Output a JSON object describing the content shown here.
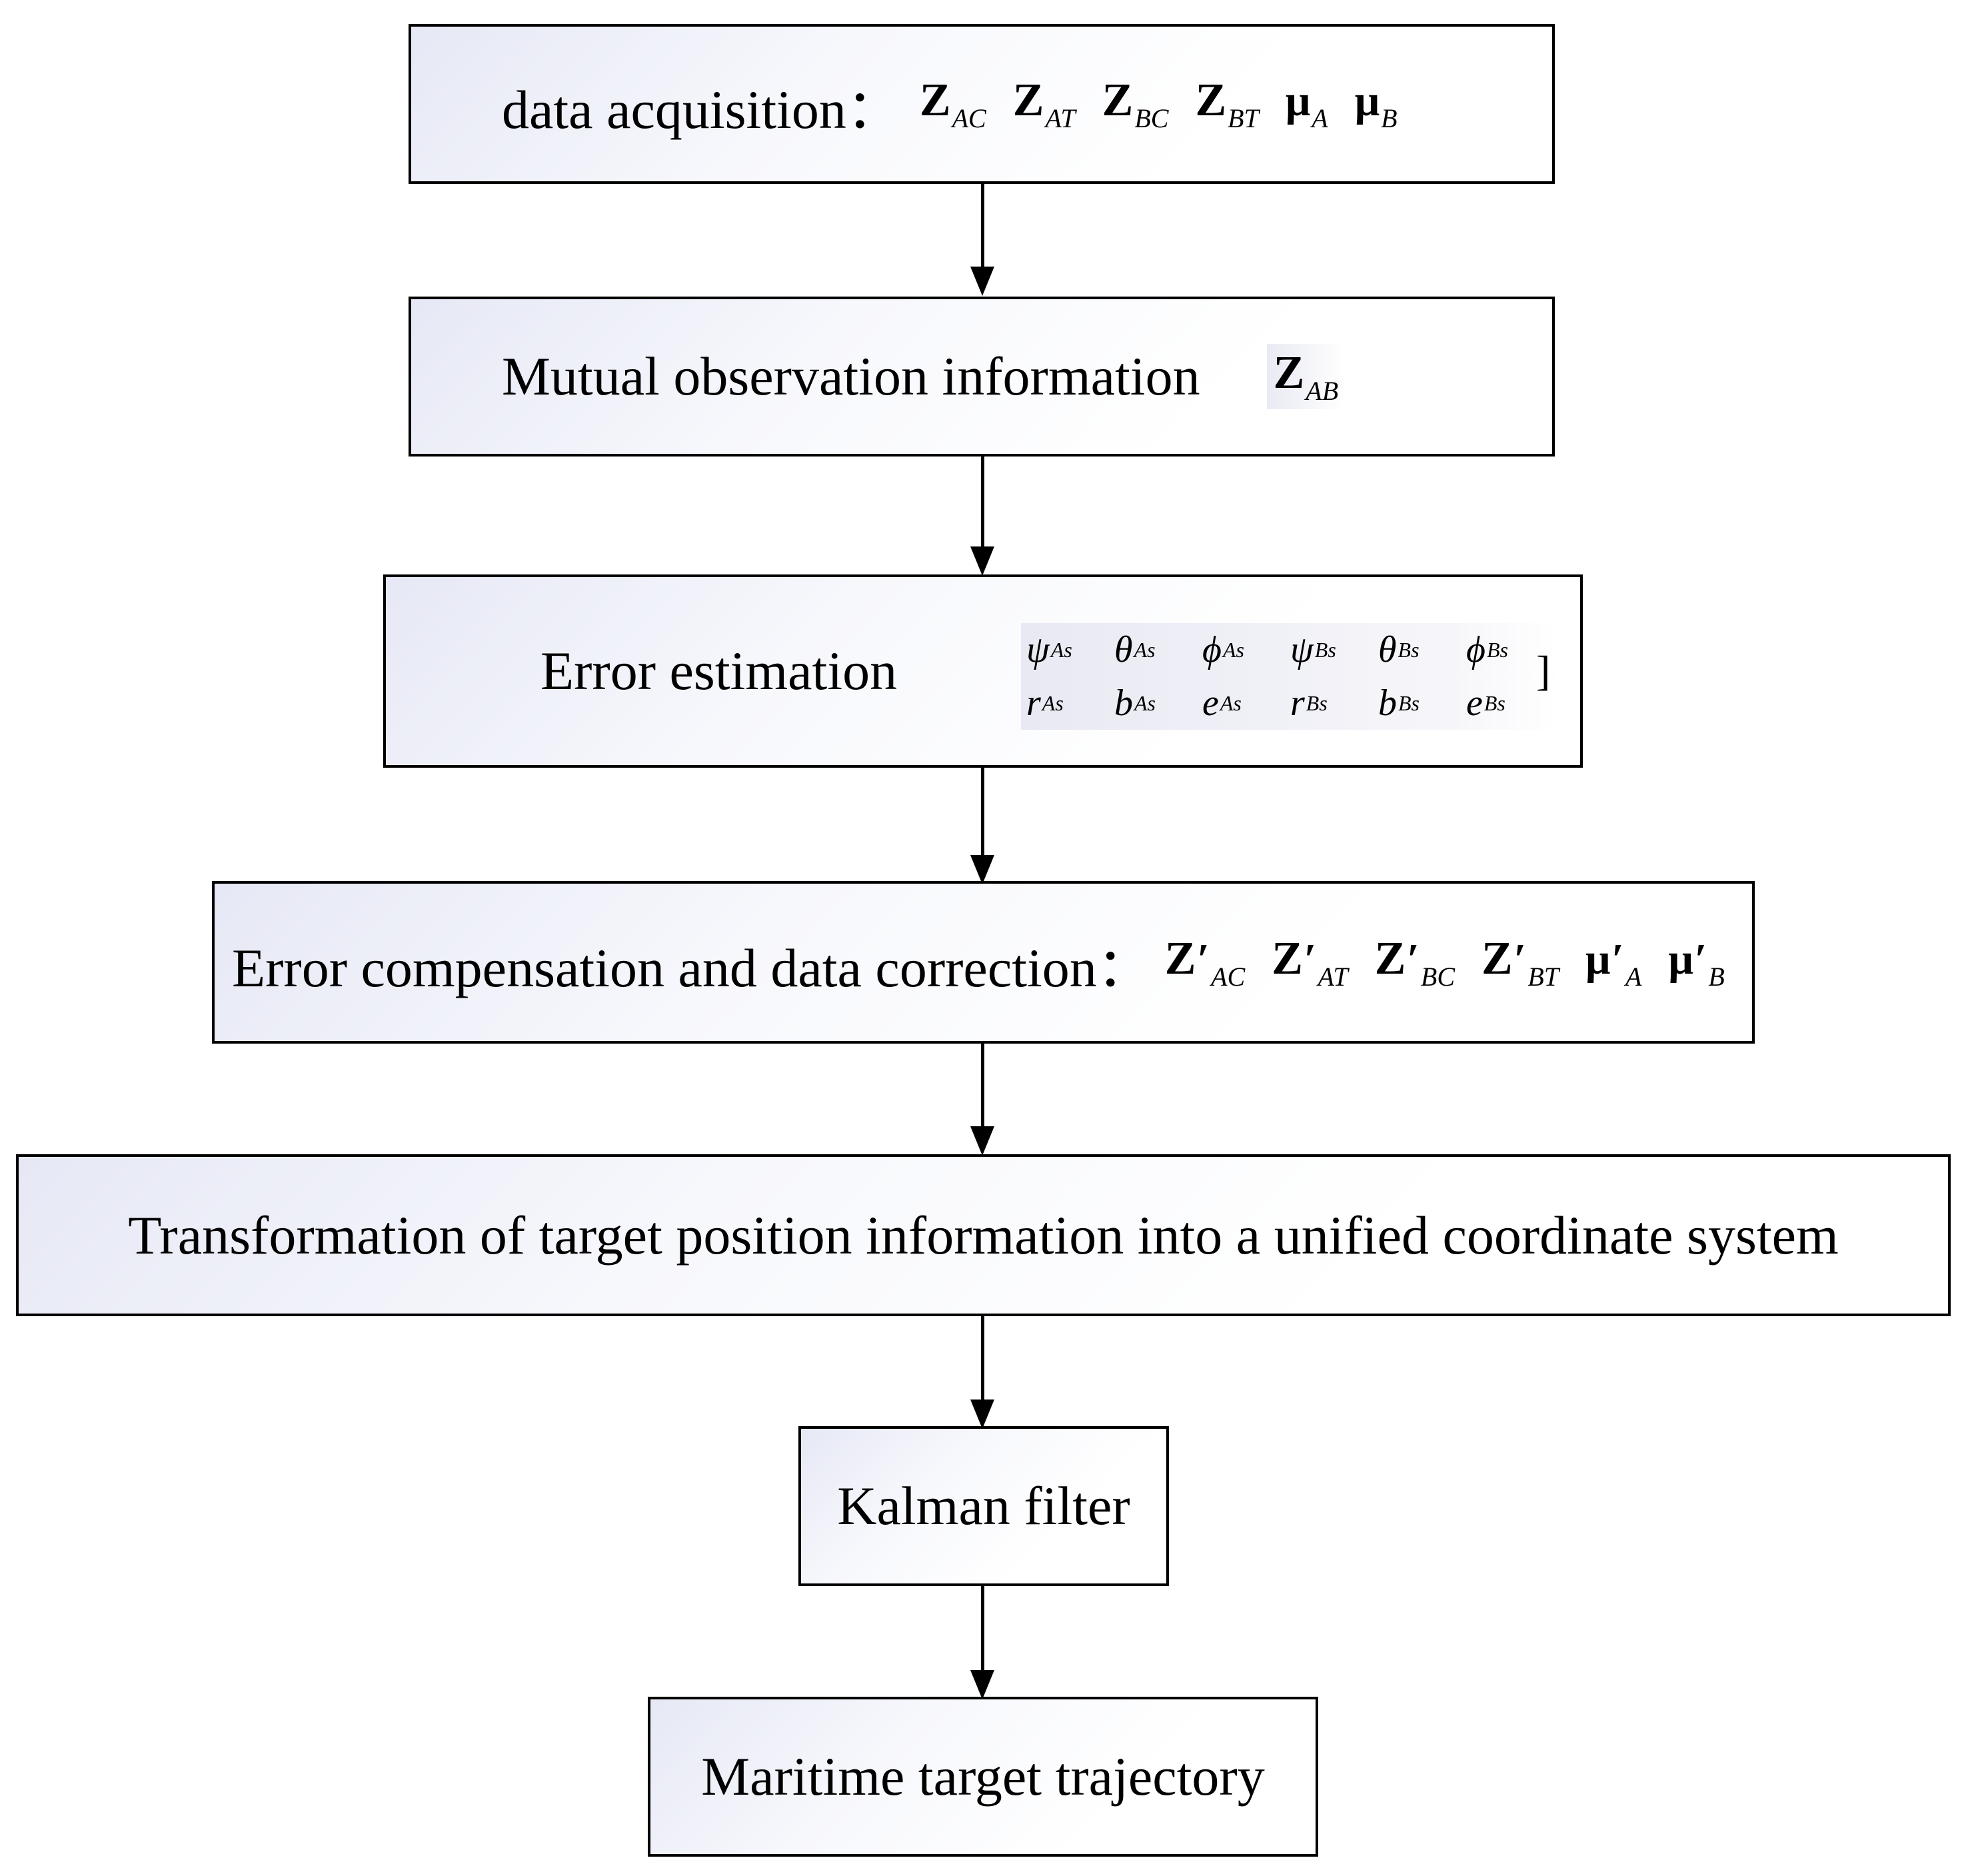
{
  "nodes": {
    "data_acquisition": {
      "label": "data acquisition：",
      "symbols": [
        {
          "base": "Z",
          "sub": "AC"
        },
        {
          "base": "Z",
          "sub": "AT"
        },
        {
          "base": "Z",
          "sub": "BC"
        },
        {
          "base": "Z",
          "sub": "BT"
        },
        {
          "base": "μ",
          "sub": "A"
        },
        {
          "base": "μ",
          "sub": "B"
        }
      ]
    },
    "mutual_observation": {
      "label": "Mutual observation information",
      "symbol": {
        "base": "Z",
        "sub": "AB"
      }
    },
    "error_estimation": {
      "label": "Error estimation",
      "matrix_row1": [
        {
          "base": "ψ",
          "sub": "As"
        },
        {
          "base": "θ",
          "sub": "As"
        },
        {
          "base": "ϕ",
          "sub": "As"
        },
        {
          "base": "ψ",
          "sub": "Bs"
        },
        {
          "base": "θ",
          "sub": "Bs"
        },
        {
          "base": "ϕ",
          "sub": "Bs"
        }
      ],
      "matrix_row2": [
        {
          "base": "r",
          "sub": "As"
        },
        {
          "base": "b",
          "sub": "As"
        },
        {
          "base": "e",
          "sub": "As"
        },
        {
          "base": "r",
          "sub": "Bs"
        },
        {
          "base": "b",
          "sub": "Bs"
        },
        {
          "base": "e",
          "sub": "Bs"
        }
      ]
    },
    "error_compensation": {
      "label": "Error compensation and data correction：",
      "symbols": [
        {
          "base": "Z",
          "prime": "′",
          "sub": "AC"
        },
        {
          "base": "Z",
          "prime": "′",
          "sub": "AT"
        },
        {
          "base": "Z",
          "prime": "′",
          "sub": "BC"
        },
        {
          "base": "Z",
          "prime": "′",
          "sub": "BT"
        },
        {
          "base": "μ",
          "prime": "′",
          "sub": "A"
        },
        {
          "base": "μ",
          "prime": "′",
          "sub": "B"
        }
      ]
    },
    "transformation": {
      "label": "Transformation of target position information into a unified coordinate system"
    },
    "kalman_filter": {
      "label": "Kalman filter"
    },
    "maritime_trajectory": {
      "label": "Maritime target trajectory"
    }
  },
  "brackets": {
    "open": "[",
    "close": "]"
  },
  "colors": {
    "border": "#000000",
    "gradient_start": "#e6e8f5",
    "background": "#ffffff"
  }
}
